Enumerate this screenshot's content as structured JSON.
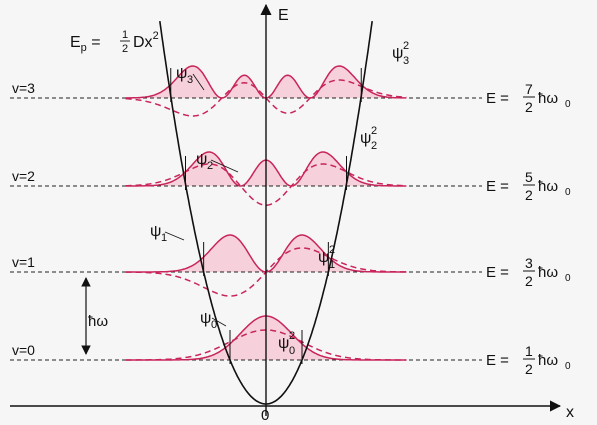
{
  "axes": {
    "y_label": "E",
    "x_label": "x",
    "origin_label": "0"
  },
  "potential": {
    "prefix": "E",
    "prefix_sub": "p",
    "equals": " = ",
    "frac_num": "1",
    "frac_den": "2",
    "body": "Dx",
    "sup": "2"
  },
  "levels": [
    {
      "id": "v0",
      "label": "v=0",
      "num": "1",
      "den": "2",
      "wave": "ψ",
      "wave_sub": "0",
      "prob": "ψ",
      "prob_sub": "0",
      "prob_sup": "2"
    },
    {
      "id": "v1",
      "label": "v=1",
      "num": "3",
      "den": "2",
      "wave": "ψ",
      "wave_sub": "1",
      "prob": "ψ",
      "prob_sub": "1",
      "prob_sup": "2"
    },
    {
      "id": "v2",
      "label": "v=2",
      "num": "5",
      "den": "2",
      "wave": "ψ",
      "wave_sub": "2",
      "prob": "ψ",
      "prob_sub": "2",
      "prob_sup": "2"
    },
    {
      "id": "v3",
      "label": "v=3",
      "num": "7",
      "den": "2",
      "wave": "ψ",
      "wave_sub": "3",
      "prob": "ψ",
      "prob_sub": "3",
      "prob_sup": "2"
    }
  ],
  "energy_prefix": "E = ",
  "energy_suffix": "ħω",
  "energy_suffix_sub": "0",
  "spacing_label": "ħω",
  "colors": {
    "curve": "#c8255a",
    "fill": "#f6c9d6",
    "axis": "#111111",
    "dashed": "#222222"
  }
}
